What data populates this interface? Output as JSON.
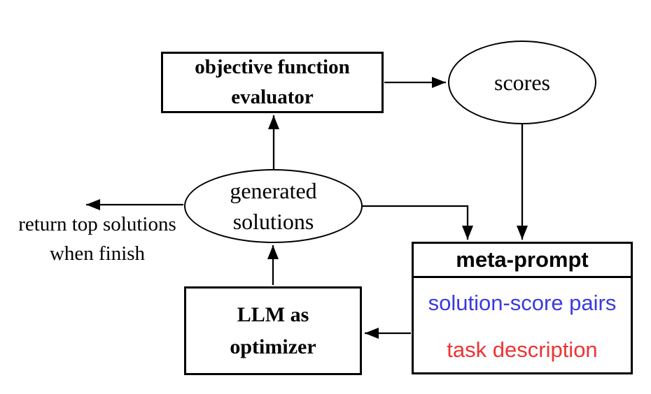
{
  "diagram": {
    "nodes": {
      "evaluator": {
        "label": "objective function\nevaluator"
      },
      "scores": {
        "label": "scores"
      },
      "generated_solutions": {
        "label": "generated\nsolutions"
      },
      "llm_optimizer": {
        "label": "LLM as\noptimizer"
      },
      "meta_prompt": {
        "title": "meta-prompt",
        "items": [
          {
            "label": "solution-score pairs",
            "color": "#3a3ae0"
          },
          {
            "label": "task description",
            "color": "#ee3333"
          }
        ]
      }
    },
    "annotations": {
      "return_label": "return top solutions\nwhen finish"
    },
    "colors": {
      "line": "#000000",
      "background": "#ffffff",
      "node_text": "#000000"
    }
  }
}
